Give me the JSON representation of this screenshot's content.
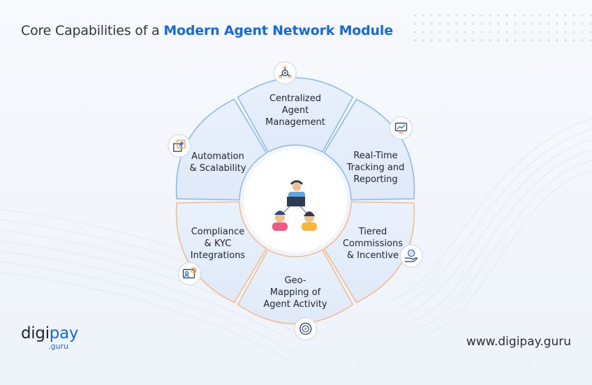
{
  "title": {
    "prefix": "Core Capabilities of a ",
    "highlight": "Modern Agent Network Module"
  },
  "segments": [
    {
      "line1": "Centralized",
      "line2": "Agent",
      "line3": "Management",
      "icon": "gear-network-icon"
    },
    {
      "line1": "Real-Time",
      "line2": "Tracking and",
      "line3": "Reporting",
      "icon": "monitor-chart-icon"
    },
    {
      "line1": "Tiered",
      "line2": "Commissions",
      "line3": "& Incentive",
      "icon": "hand-percent-icon"
    },
    {
      "line1": "Geo-",
      "line2": "Mapping of",
      "line3": "Agent Activity",
      "icon": "location-pin-icon"
    },
    {
      "line1": "Compliance",
      "line2": "& KYC",
      "line3": "Integrations",
      "icon": "id-card-check-icon"
    },
    {
      "line1": "Automation",
      "line2": "& Scalability",
      "icon": "scale-expand-icon"
    }
  ],
  "center": {
    "icon": "agent-team-icon"
  },
  "logo": {
    "digi": "digi",
    "pay": "pay",
    "sub": ".guru"
  },
  "website": "www.digipay.guru",
  "colors": {
    "accent": "#1769e0",
    "petal_fill": "#e6eefa",
    "petal_stroke_blue": "#8ab6ee",
    "petal_stroke_orange": "#f2b98a"
  }
}
